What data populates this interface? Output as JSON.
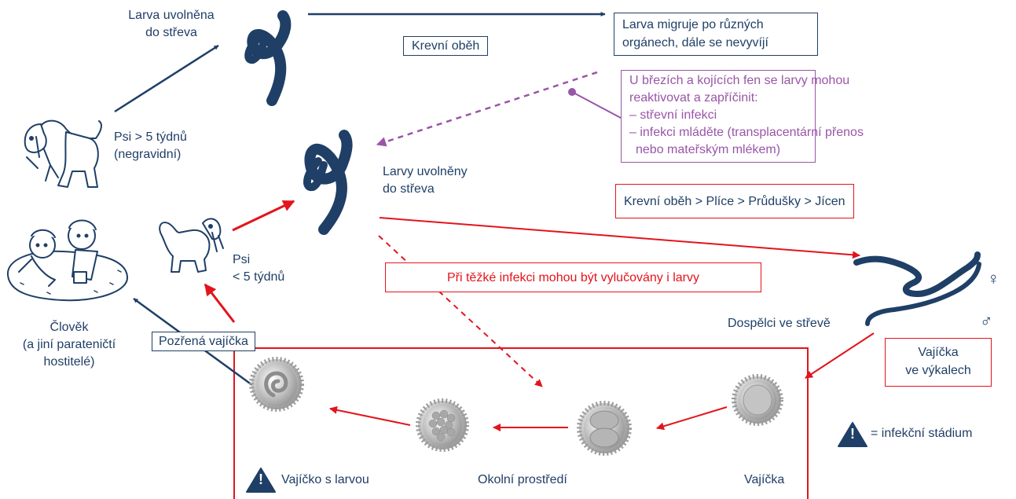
{
  "labels": {
    "larva_released_1": "Larva uvolněna",
    "larva_released_2": "do střeva",
    "blood": "Krevní oběh",
    "migrate_1": "Larva migruje po různých",
    "migrate_2": "orgánech, dále se nevyvíjí",
    "pregnant_1": "U březích a kojících fen se larvy mohou",
    "pregnant_2": "reaktivovat a zapříčinit:",
    "pregnant_3": "– střevní infekci",
    "pregnant_4": "– infekci mláděte (transplacentární přenos",
    "pregnant_5": "nebo mateřským mlékem)",
    "dogs_old_1": "Psi > 5 týdnů",
    "dogs_old_2": "(negravidní)",
    "larvae_released_1": "Larvy uvolněny",
    "larvae_released_2": "do střeva",
    "route": "Krevní oběh > Plíce > Průdušky > Jícen",
    "dogs_young_1": "Psi",
    "dogs_young_2": "< 5 týdnů",
    "heavy_infection": "Při těžké infekci mohou být vylučovány i larvy",
    "human_1": "Člověk",
    "human_2": "(a jiní parateničtí",
    "human_3": "hostitelé)",
    "eaten_eggs": "Pozřená vajíčka",
    "adults": "Dospělci ve střevě",
    "eggs_feces_1": "Vajíčka",
    "eggs_feces_2": "ve výkalech",
    "egg_larva": "Vajíčko s larvou",
    "environment": "Okolní prostředí",
    "eggs": "Vajíčka",
    "legend": "= infekční stádium",
    "female": "♀",
    "male": "♂",
    "warn_glyph": "!"
  },
  "colors": {
    "navy": "#1f3f66",
    "red": "#e3141c",
    "purple": "#9a55a8"
  }
}
